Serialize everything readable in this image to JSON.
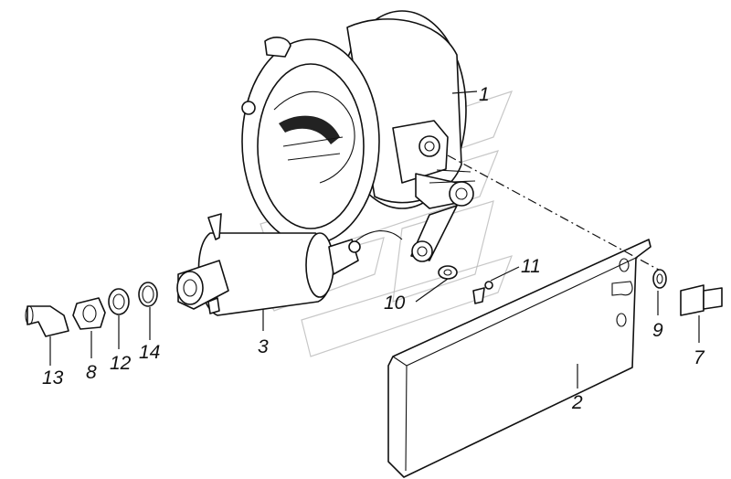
{
  "callouts": [
    {
      "id": "c1",
      "text": "1"
    },
    {
      "id": "c2",
      "text": "2"
    },
    {
      "id": "c3",
      "text": "3"
    },
    {
      "id": "c7",
      "text": "7"
    },
    {
      "id": "c8",
      "text": "8"
    },
    {
      "id": "c9",
      "text": "9"
    },
    {
      "id": "c10",
      "text": "10"
    },
    {
      "id": "c11",
      "text": "11"
    },
    {
      "id": "c12",
      "text": "12"
    },
    {
      "id": "c13",
      "text": "13"
    },
    {
      "id": "c14",
      "text": "14"
    }
  ],
  "colors": {
    "ink": "#111111",
    "watermark": "#b9b9b9",
    "background": "#ffffff"
  }
}
